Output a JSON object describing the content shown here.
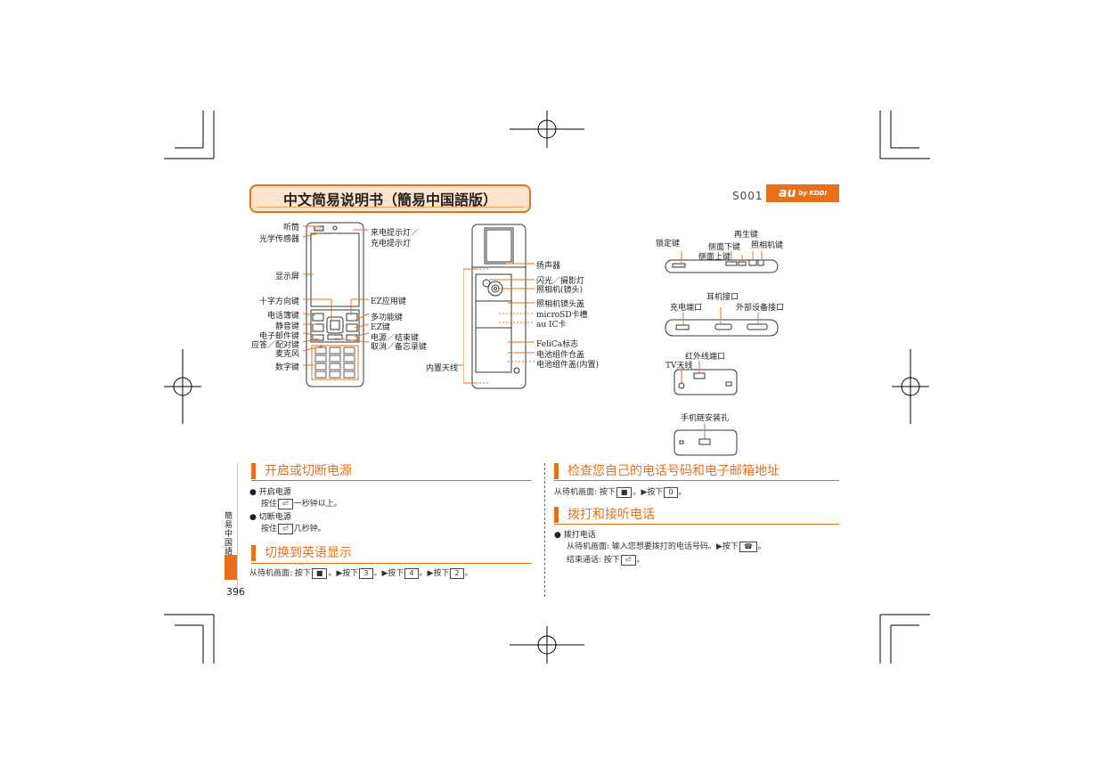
{
  "header": {
    "title": "中文简易说明书（簡易中国語版）",
    "model": "S001",
    "logo_text": "au",
    "logo_sub": "by KDDI"
  },
  "front_labels": {
    "receiver": "听筒",
    "light_sensor": "光学传感器",
    "display": "显示屏",
    "dpad": "十字方向键",
    "phonebook_key": "电话簿键",
    "silent_key": "静音键",
    "email_key": "电子邮件键",
    "call_key": "应答／配对键",
    "mic": "麦克风",
    "number_keys": "数字键",
    "incoming_light": "来电提示灯／",
    "charging_light": "充电提示灯",
    "ez_app_key": "EZ应用键",
    "multi_key": "多功能键",
    "ez_key": "EZ键",
    "power_key": "电源／结束键",
    "cancel_key": "取消／备忘录键"
  },
  "back_labels": {
    "speaker": "扬声器",
    "flash": "闪光／摄影灯",
    "camera": "照相机(镜头)",
    "camera_cover": "照相机镜头盖",
    "microsd": "microSD卡槽",
    "au_ic": "au IC卡",
    "felica": "FeliCa标志",
    "battery_cover": "电池组件仓盖",
    "battery": "电池组件盖(内置)",
    "antenna": "内置天线"
  },
  "side_labels": {
    "play_key": "再生键",
    "lock_key": "锁定键",
    "side_down": "侧面下键",
    "camera_key": "照相机键",
    "side_up": "侧面上键",
    "earphone": "耳机接口",
    "charge_port": "充电端口",
    "ext_port": "外部设备接口",
    "ir_port": "红外线端口",
    "tv_antenna": "TV天线",
    "strap_hole": "手机链安装孔"
  },
  "sections": {
    "power": {
      "title": "开启或切断电源",
      "on_title": "开启电源",
      "on_pre": "按住",
      "on_post": "一秒钟以上。",
      "off_title": "切断电源",
      "off_pre": "按住",
      "off_post": "几秒钟。"
    },
    "english": {
      "title": "切换到英语显示",
      "text_pre": "从待机画面: 按下",
      "k1": "3",
      "k2": "4",
      "k3": "2",
      "arrow": "▶按下"
    },
    "check": {
      "title": "检查您自己的电话号码和电子邮箱地址",
      "text_pre": "从待机画面: 按下",
      "k1": "0",
      "arrow": "▶按下"
    },
    "call": {
      "title": "拨打和接听电话",
      "bullet": "拨打电话",
      "line1_pre": "从待机画面: 输入您想要拨打的电话号码。▶按下",
      "line2_pre": "结束通话: 按下"
    }
  },
  "sidebar": {
    "label": "簡易中国語",
    "page": "396"
  }
}
